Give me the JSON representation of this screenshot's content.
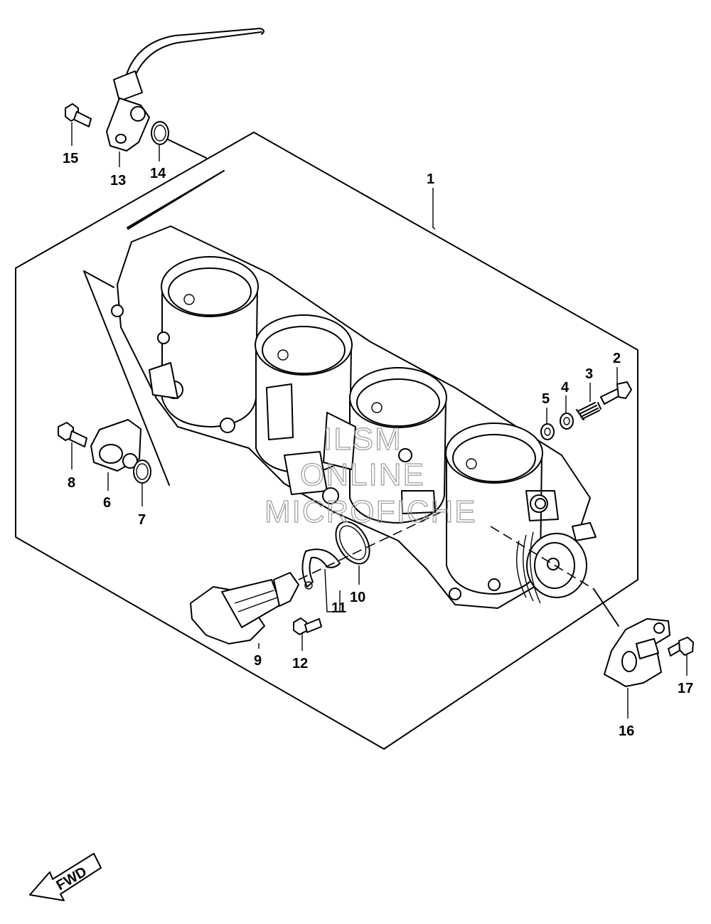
{
  "callouts": {
    "c1": "1",
    "c2": "2",
    "c3": "3",
    "c4": "4",
    "c5": "5",
    "c6": "6",
    "c7": "7",
    "c8": "8",
    "c9": "9",
    "c10": "10",
    "c11": "11",
    "c12": "12",
    "c13": "13",
    "c14": "14",
    "c15": "15",
    "c16": "16",
    "c17": "17"
  },
  "watermark": {
    "line1": "ILSM",
    "line2": "ONLINE",
    "line3": "MICROFICHE"
  },
  "fwd_label": "FWD"
}
